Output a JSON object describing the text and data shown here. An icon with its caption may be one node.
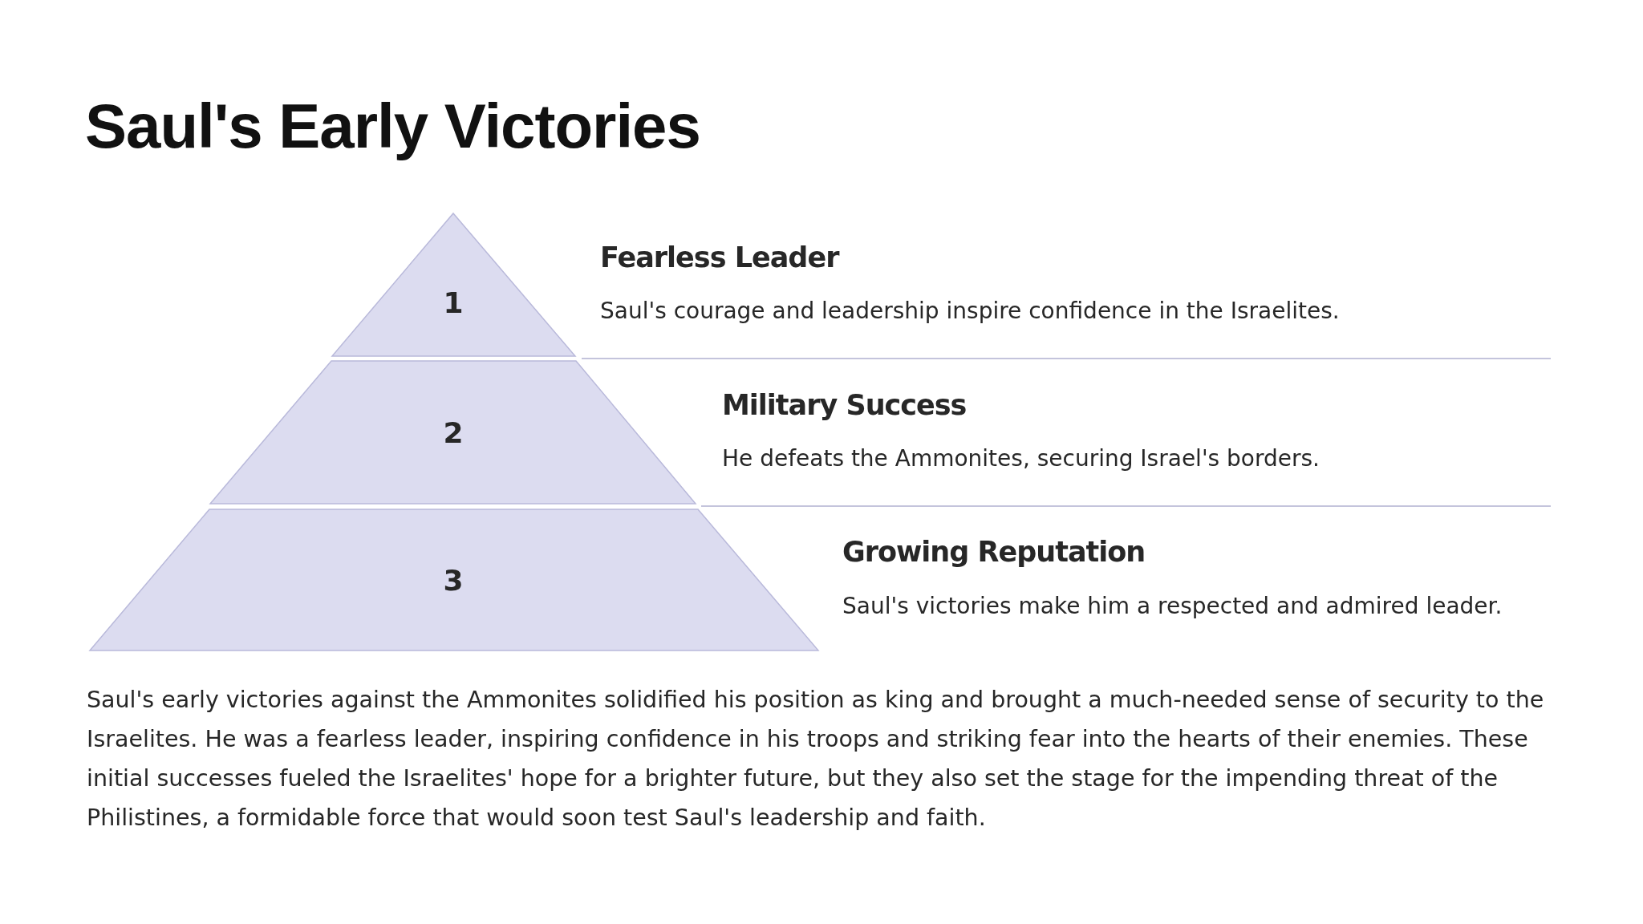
{
  "diagram": {
    "title": "Saul's Early Victories",
    "nodes": [
      {
        "text": [
          "1"
        ],
        "beside": [
          "Fearless Leader",
          "Saul's courage and leadership inspire confidence in the Israelites."
        ]
      },
      {
        "text": [
          "2"
        ],
        "beside": [
          "Military Success",
          "He defeats the Ammonites, securing Israel's borders."
        ]
      },
      {
        "text": [
          "3"
        ],
        "beside": [
          "Growing Reputation",
          "Saul's victories make him a respected and admired leader."
        ]
      }
    ],
    "labels": [
      "Saul's early victories against the Ammonites solidified his position as king and brought a much-needed sense of security to the Israelites. He was a fearless leader, inspiring confidence in his troops and striking fear into the hearts of their enemies. These initial successes fueled the Israelites' hope for a brighter future, but they also set the stage for the impending threat of the Philistines, a formidable force that would soon test Saul's leadership and faith."
    ]
  }
}
